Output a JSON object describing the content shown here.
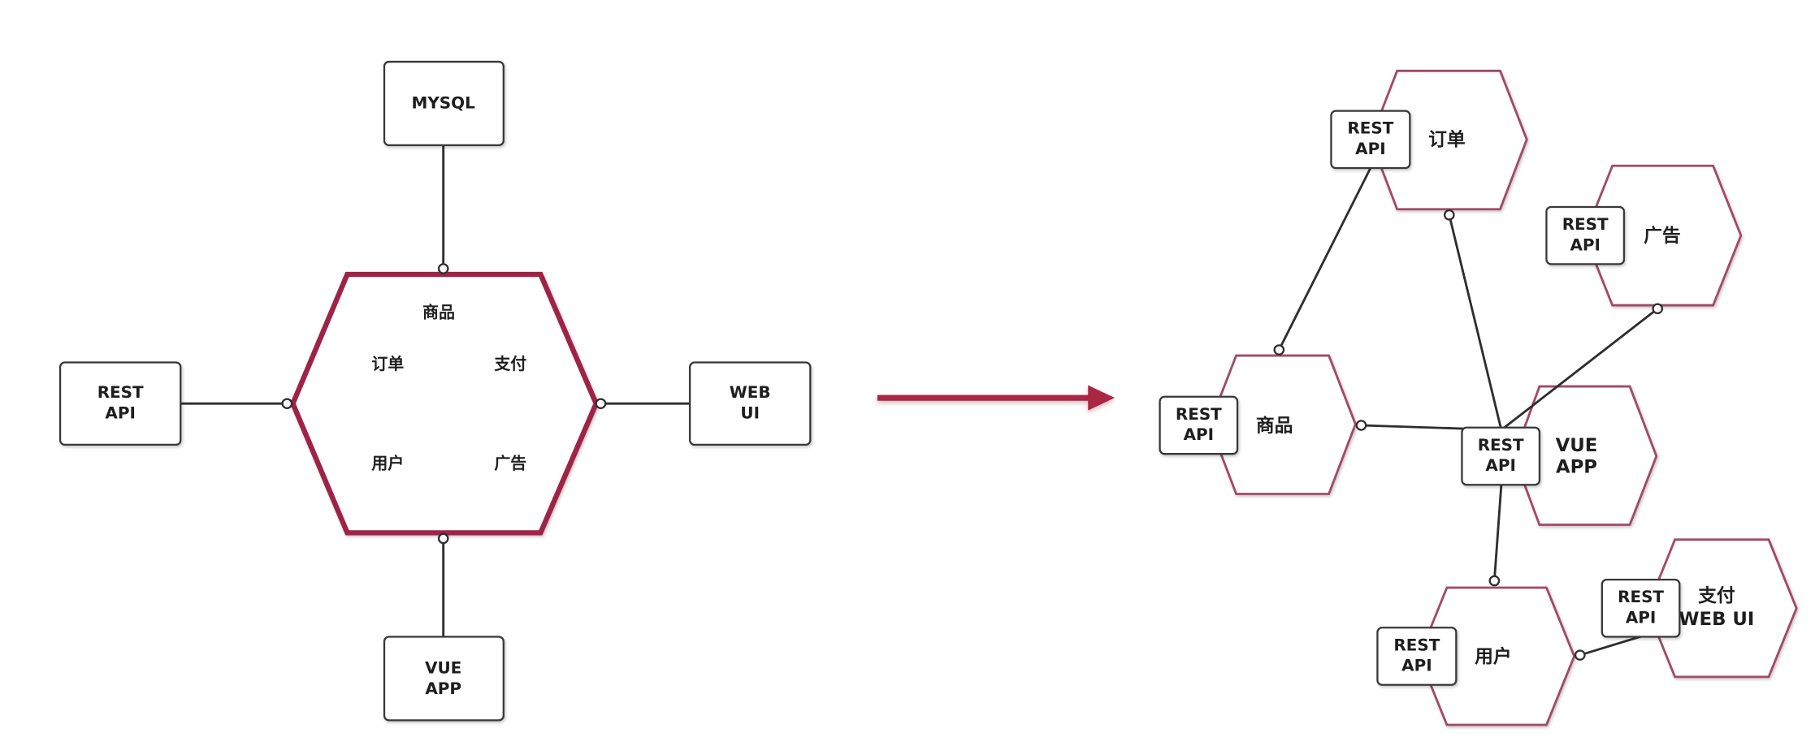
{
  "colors": {
    "background": "#ffffff",
    "monolith_border": "#9f2446",
    "service_border": "#a2496a",
    "arrow": "#ab2543",
    "box_border": "#383838",
    "connector": "#2e2e2e"
  },
  "monolith": {
    "database": [
      "MYSQL"
    ],
    "api": [
      "REST",
      "API"
    ],
    "web": [
      "WEB",
      "UI"
    ],
    "app": [
      "VUE",
      "APP"
    ],
    "modules": [
      "商品",
      "订单",
      "支付",
      "用户",
      "广告"
    ]
  },
  "microservices": {
    "order": {
      "label": [
        "订单"
      ],
      "api": [
        "REST",
        "API"
      ]
    },
    "ads": {
      "label": [
        "广告"
      ],
      "api": [
        "REST",
        "API"
      ]
    },
    "product": {
      "label": [
        "商品"
      ],
      "api": [
        "REST",
        "API"
      ]
    },
    "app": {
      "label": [
        "VUE",
        "APP"
      ],
      "api": [
        "REST",
        "API"
      ]
    },
    "user": {
      "label": [
        "用户"
      ],
      "api": [
        "REST",
        "API"
      ]
    },
    "payment": {
      "label": [
        "支付",
        "WEB UI"
      ],
      "api": [
        "REST",
        "API"
      ]
    }
  }
}
